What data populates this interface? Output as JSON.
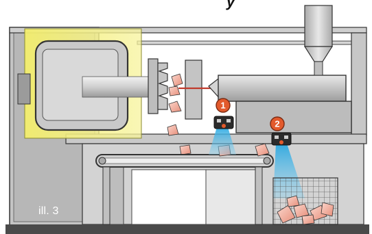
{
  "caption": "ill. 3",
  "markers": [
    {
      "id": "sensor-1",
      "label": "1"
    },
    {
      "id": "sensor-2",
      "label": "2"
    }
  ],
  "colors": {
    "machine_gray": "#bdbdbd",
    "machine_dark": "#6e6e6e",
    "outline": "#3a3a3a",
    "yellow_highlight": "#f5f07a",
    "marker_orange": "#e25a2c",
    "beam_blue": "#3fb4e6",
    "part_pink": "#f4b6a8",
    "melt_red": "#c0392b",
    "base_dark": "#4a4a4a"
  },
  "icons": [
    "injection-molding-machine",
    "conveyor-belt",
    "parts-bin",
    "optical-sensor",
    "hopper"
  ]
}
